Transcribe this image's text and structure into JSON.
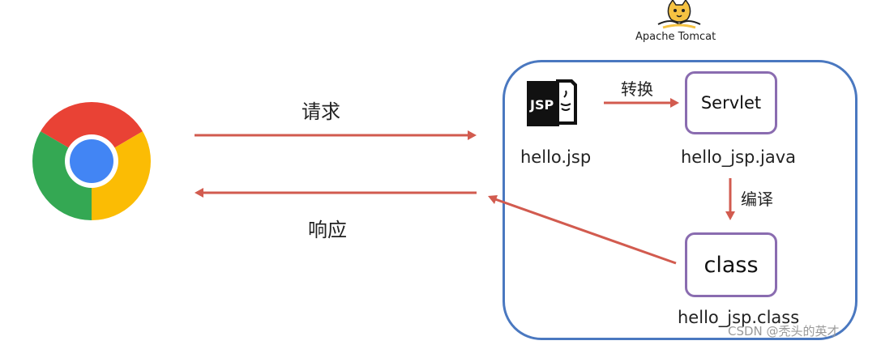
{
  "tomcat": {
    "label": "Apache Tomcat",
    "icon": "tomcat-logo-icon"
  },
  "browser": {
    "icon": "chrome-icon"
  },
  "arrows": {
    "request_label": "请求",
    "response_label": "响应",
    "convert_label": "转换",
    "compile_label": "编译"
  },
  "jsp": {
    "icon_text": "JSP",
    "filename": "hello.jsp"
  },
  "servlet": {
    "box_label": "Servlet",
    "filename": "hello_jsp.java"
  },
  "class": {
    "box_label": "class",
    "filename": "hello_jsp.class"
  },
  "watermark": "CSDN @秃头的英才",
  "colors": {
    "arrow": "#d25b4f",
    "container_border": "#4a78c0",
    "box_border": "#8a6cb0"
  }
}
